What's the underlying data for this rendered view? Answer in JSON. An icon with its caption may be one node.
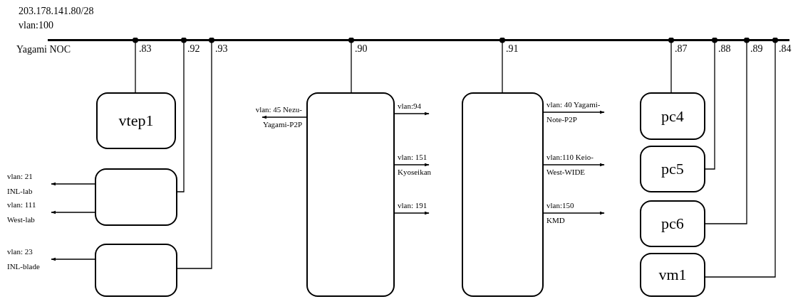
{
  "diagram": {
    "nodes": [
      {
        "text": [],
        "shape": "bar",
        "beside": [
          "203.178.141.80/28",
          "vlan:100",
          "Yagami NOC"
        ]
      },
      {
        "text": [
          "vtep1"
        ]
      },
      {
        "text": [],
        "shape": "box"
      },
      {
        "text": [],
        "shape": "box"
      },
      {
        "text": [],
        "shape": "box"
      },
      {
        "text": [],
        "shape": "box"
      },
      {
        "text": [
          "pc4"
        ]
      },
      {
        "text": [
          "pc5"
        ]
      },
      {
        "text": [
          "pc6"
        ]
      },
      {
        "text": [
          "vm1"
        ]
      }
    ],
    "edges": [
      {
        "from": 0,
        "to": 1,
        "arrow": "other",
        "label": ".83"
      },
      {
        "from": 0,
        "to": 2,
        "arrow": "other",
        "label": ".92"
      },
      {
        "from": 0,
        "to": 3,
        "arrow": "other",
        "label": ".93"
      },
      {
        "from": 0,
        "to": 4,
        "arrow": "other",
        "label": ".90"
      },
      {
        "from": 0,
        "to": 5,
        "arrow": "other",
        "label": ".91"
      },
      {
        "from": 0,
        "to": 6,
        "arrow": "other",
        "label": ".87"
      },
      {
        "from": 0,
        "to": 7,
        "arrow": "other",
        "label": ".88"
      },
      {
        "from": 0,
        "to": 8,
        "arrow": "other",
        "label": ".89"
      },
      {
        "from": 0,
        "to": 9,
        "arrow": "other",
        "label": ".84"
      },
      {
        "from": 2,
        "to": null,
        "arrow": "to",
        "label": "vlan: 21 INL-lab"
      },
      {
        "from": 2,
        "to": null,
        "arrow": "to",
        "label": "vlan: 111 West-lab"
      },
      {
        "from": 3,
        "to": null,
        "arrow": "to",
        "label": "vlan: 23 INL-blade"
      },
      {
        "from": 4,
        "to": null,
        "arrow": "to",
        "label": "vlan: 45 Nezu-Yagami-P2P"
      },
      {
        "from": 4,
        "to": null,
        "arrow": "to",
        "label": "vlan:94"
      },
      {
        "from": 4,
        "to": null,
        "arrow": "to",
        "label": "vlan: 151 Kyoseikan"
      },
      {
        "from": 4,
        "to": null,
        "arrow": "to",
        "label": "vlan: 191"
      },
      {
        "from": 5,
        "to": null,
        "arrow": "to",
        "label": "vlan: 40 Yagami-Note-P2P"
      },
      {
        "from": 5,
        "to": null,
        "arrow": "to",
        "label": "vlan:110 Keio-West-WIDE"
      },
      {
        "from": 5,
        "to": null,
        "arrow": "to",
        "label": "vlan:150 KMD"
      }
    ]
  }
}
